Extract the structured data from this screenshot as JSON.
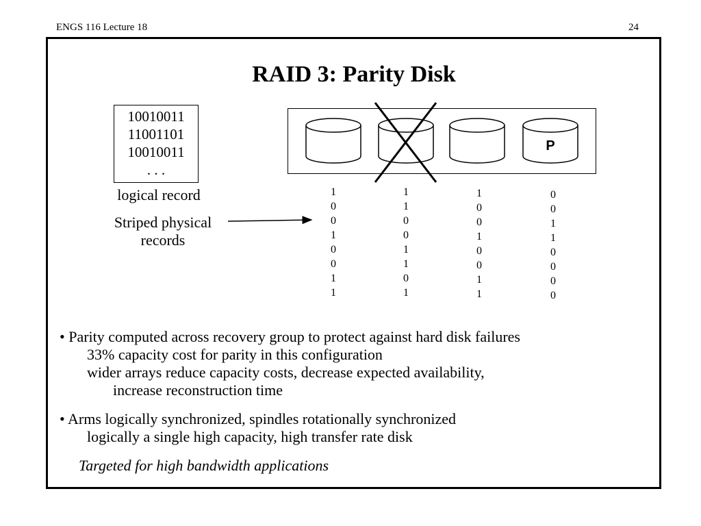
{
  "header": {
    "left": "ENGS 116  Lecture 18",
    "page_number": "24"
  },
  "slide": {
    "title": "RAID 3:  Parity Disk",
    "logical_record_lines": [
      "10010011",
      "11001101",
      "10010011",
      ". . ."
    ],
    "logical_record_label": "logical record",
    "striped_label_line1": "Striped physical",
    "striped_label_line2": "records",
    "parity_disk_label": "P",
    "disk_columns": [
      [
        "1",
        "0",
        "0",
        "1",
        "0",
        "0",
        "1",
        "1"
      ],
      [
        "1",
        "1",
        "0",
        "0",
        "1",
        "1",
        "0",
        "1"
      ],
      [
        "1",
        "0",
        "0",
        "1",
        "0",
        "0",
        "1",
        "1"
      ],
      [
        "0",
        "0",
        "1",
        "1",
        "0",
        "0",
        "0",
        "0"
      ]
    ],
    "failed_disk_index": 1,
    "bullets": {
      "b1_line1": "• Parity computed across recovery group to protect against hard disk failures",
      "b1_line2": "33% capacity cost for parity in this configuration",
      "b1_line3": "wider arrays reduce capacity costs, decrease expected availability,",
      "b1_line4": "increase reconstruction time",
      "b2_line1": "• Arms logically synchronized, spindles rotationally synchronized",
      "b2_line2": "logically a single high capacity, high transfer rate disk",
      "closing": "Targeted for high bandwidth applications"
    }
  }
}
